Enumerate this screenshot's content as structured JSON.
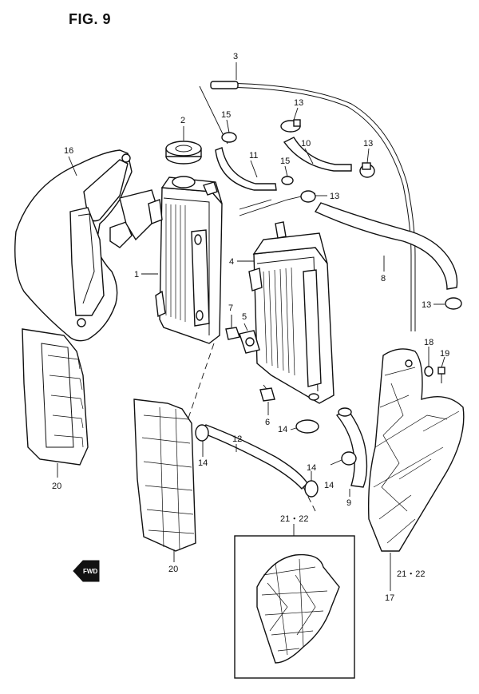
{
  "figure": {
    "title": "FIG. 9"
  },
  "fwd_label": "FWD",
  "callouts": {
    "c1": "1",
    "c2": "2",
    "c3": "3",
    "c4": "4",
    "c5": "5",
    "c6": "6",
    "c7": "7",
    "c8": "8",
    "c9": "9",
    "c10": "10",
    "c11": "11",
    "c12": "12",
    "c13a": "13",
    "c13b": "13",
    "c13c": "13",
    "c13d": "13",
    "c14a": "14",
    "c14b": "14",
    "c14c": "14",
    "c14d": "14",
    "c15a": "15",
    "c15b": "15",
    "c16": "16",
    "c17": "17",
    "c18": "18",
    "c19": "19",
    "c20a": "20",
    "c20b": "20",
    "c21a": "21・22",
    "c21b": "21・22"
  }
}
